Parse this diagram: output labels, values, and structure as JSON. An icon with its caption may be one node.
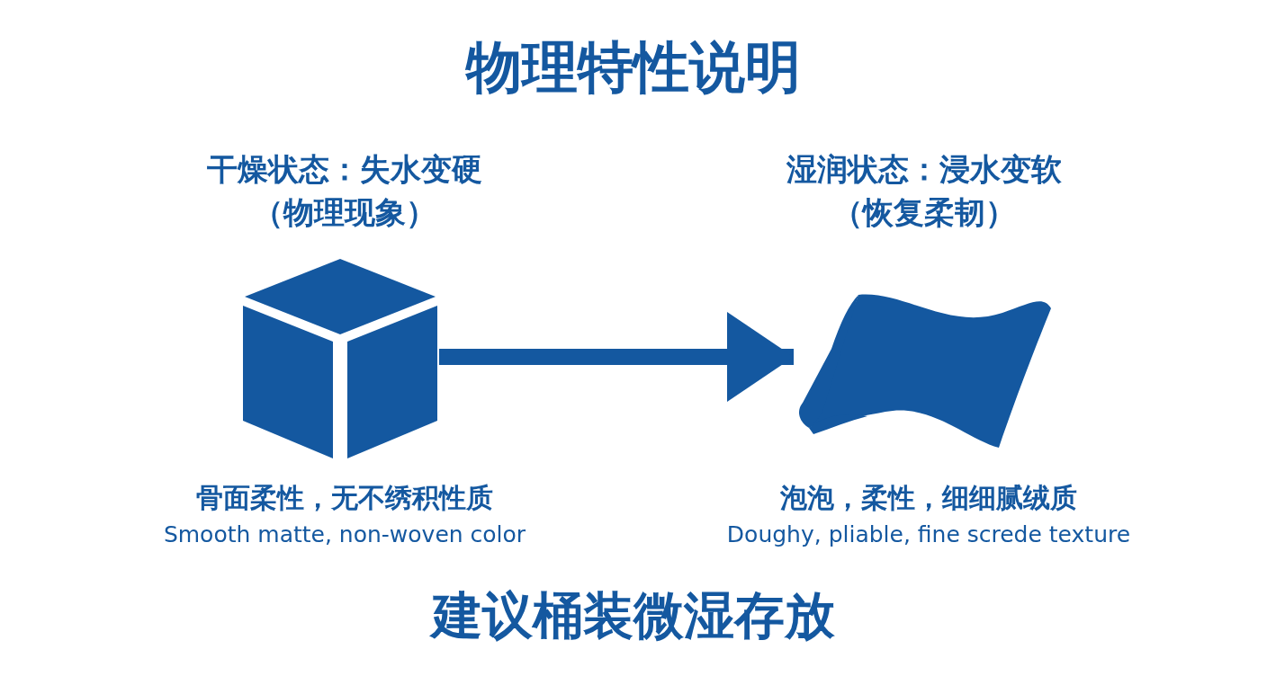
{
  "diagram": {
    "title": "物理特性说明",
    "nodes": [
      {
        "text": [],
        "shape": "picture",
        "beside": [
          "干燥状态：失水变硬",
          "（物理现象）",
          "骨面柔性，无不绣积性质",
          "Smooth matte, non-woven color"
        ]
      },
      {
        "text": [],
        "shape": "picture",
        "beside": [
          "湿润状态：浸水变软",
          "（恢复柔韧）",
          "泡泡，柔性，细细腻绒质",
          "Doughy, pliable, fine screde texture"
        ]
      }
    ],
    "edges": [
      {
        "from": 0,
        "to": 1,
        "arrow": "to"
      }
    ],
    "labels": [
      "建议桶装微湿存放"
    ]
  }
}
